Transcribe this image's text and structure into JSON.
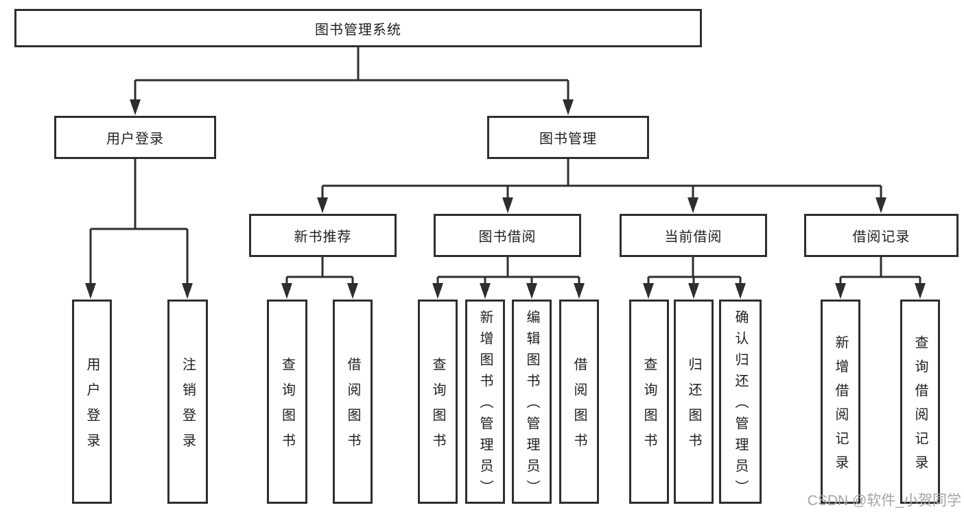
{
  "tree": {
    "root": "图书管理系统",
    "branches": [
      {
        "label": "用户登录",
        "children": [
          "用户登录",
          "注销登录"
        ]
      },
      {
        "label": "图书管理",
        "children": [
          {
            "label": "新书推荐",
            "children": [
              "查询图书",
              "借阅图书"
            ]
          },
          {
            "label": "图书借阅",
            "children": [
              "查询图书",
              "新增图书（管理员）",
              "编辑图书（管理员）",
              "借阅图书"
            ]
          },
          {
            "label": "当前借阅",
            "children": [
              "查询图书",
              "归还图书",
              "确认归还（管理员）"
            ]
          },
          {
            "label": "借阅记录",
            "children": [
              "新增借阅记录",
              "查询借阅记录"
            ]
          }
        ]
      }
    ]
  },
  "watermark": "CSDN @软件_小贺同学",
  "colors": {
    "line": "#2e2e2e",
    "text": "#1f1f1f",
    "watermark": "#a3a3a3",
    "bg": "#ffffff"
  }
}
